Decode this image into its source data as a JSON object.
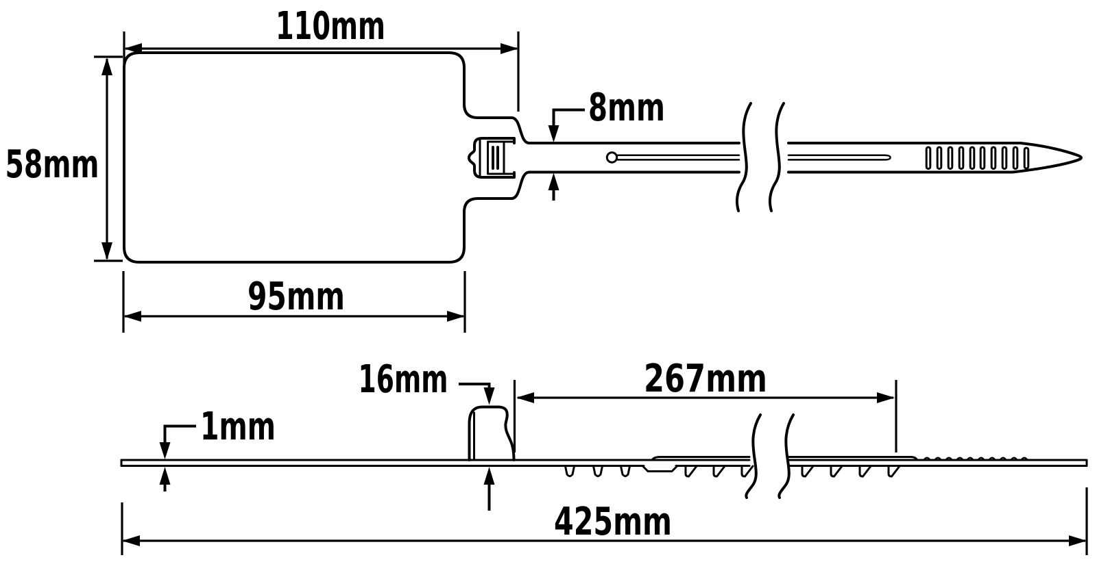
{
  "page": {
    "background": "#ffffff",
    "ink_color": "#000000",
    "description": "Two-view dimensioned technical drawing of a plastic security seal / cable tie with large writing tag plate"
  },
  "drawing": {
    "views": {
      "top_view": "plan view: tag plate with locking head, strap with pilot slot, break symbol and gripper ridges ending in pointed tip",
      "side_view": "side profile: thin strap with raised locking head, serrated teeth underneath, overlap band and ridge bumps"
    },
    "dimensions": {
      "tag_width": "110mm",
      "tag_height": "58mm",
      "printable_width": "95mm",
      "strap_width": "8mm",
      "head_height": "16mm",
      "thickness": "1mm",
      "strap_length": "267mm",
      "overall_length": "425mm"
    }
  }
}
